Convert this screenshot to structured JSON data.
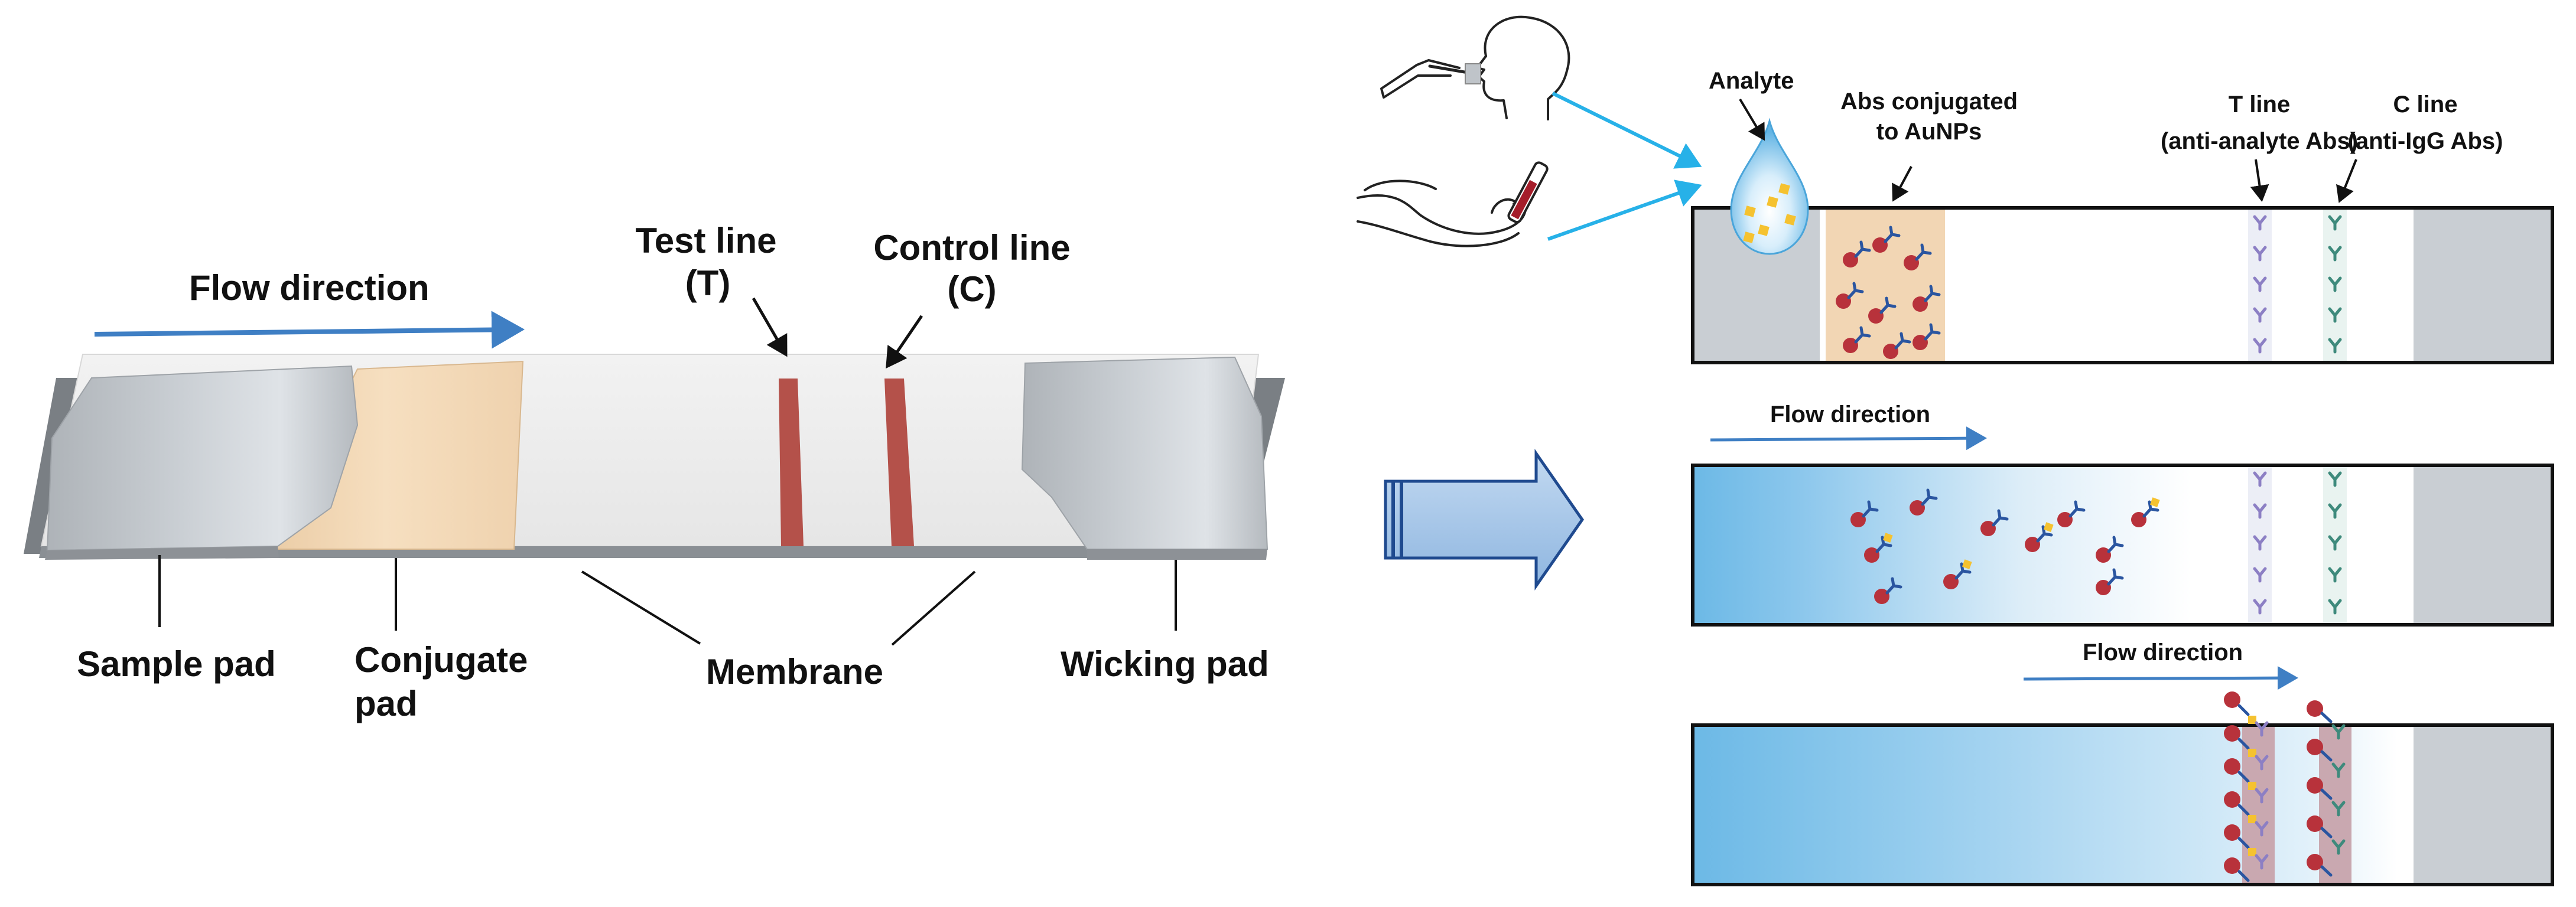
{
  "left_panel": {
    "flow_direction": "Flow direction",
    "test_line_title": "Test line",
    "test_line_symbol": "(T)",
    "control_line_title": "Control line",
    "control_line_symbol": "(C)",
    "sample_pad": "Sample pad",
    "conjugate_pad_line1": "Conjugate",
    "conjugate_pad_line2": "pad",
    "membrane": "Membrane",
    "wicking_pad": "Wicking pad"
  },
  "right_panel": {
    "analyte": "Analyte",
    "abs_conjugated_line1": "Abs conjugated",
    "abs_conjugated_line2": "to AuNPs",
    "t_line_title": "T line",
    "t_line_sub": "(anti-analyte Abs)",
    "c_line_title": "C line",
    "c_line_sub": "(anti-IgG Abs)",
    "flow_direction_2": "Flow direction",
    "flow_direction_3": "Flow direction"
  },
  "colors": {
    "flow_arrow": "#3f7fc4",
    "test_control_line": "#b4514a",
    "conjugate_pad": "#f2d6b4",
    "pad_grey": "#c9ced3",
    "gold_nanoparticle": "#b8323b",
    "antibody_blue": "#2a55a0",
    "analyte_yellow": "#f5c230",
    "t_line_antibody": "#8c7fc4",
    "c_line_antibody": "#3e8a7c",
    "sample_flow_blue": "#7cc2ea",
    "big_arrow": "#a8c8ea"
  }
}
